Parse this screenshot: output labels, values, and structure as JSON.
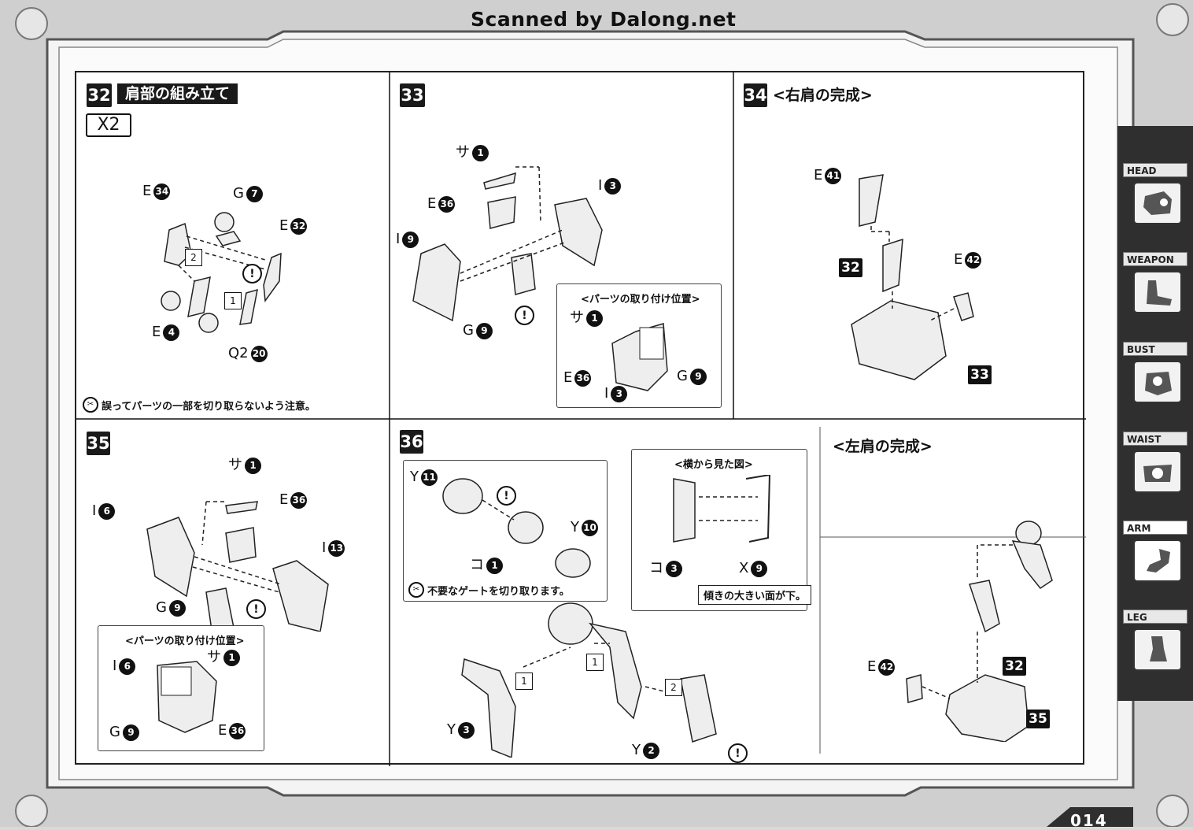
{
  "header": {
    "banner": "Scanned by Dalong.net"
  },
  "sidebar": {
    "tabs": [
      {
        "label": "HEAD",
        "icon": "head-icon"
      },
      {
        "label": "WEAPON",
        "icon": "weapon-icon"
      },
      {
        "label": "BUST",
        "icon": "bust-icon"
      },
      {
        "label": "WAIST",
        "icon": "waist-icon"
      },
      {
        "label": "ARM",
        "icon": "arm-icon",
        "active": true
      },
      {
        "label": "LEG",
        "icon": "leg-icon"
      }
    ]
  },
  "page_number": "014",
  "steps": {
    "s32": {
      "num": "32",
      "title": "肩部の組み立て",
      "qty": "X2",
      "labels": {
        "e34": "E",
        "e34n": "34",
        "g7": "G",
        "g7n": "7",
        "e32": "E",
        "e32n": "32",
        "e4": "E",
        "e4n": "4",
        "q2": "Q2",
        "q2n": "20",
        "sq2": "2",
        "sq1": "1"
      },
      "note": "誤ってパーツの一部を切り取らないよう注意。"
    },
    "s33": {
      "num": "33",
      "labels": {
        "sa1": "サ",
        "sa1n": "1",
        "e36": "E",
        "e36n": "36",
        "i3": "I",
        "i3n": "3",
        "i9": "I",
        "i9n": "9",
        "g9": "G",
        "g9n": "9"
      },
      "inset": {
        "title": "<パーツの取り付け位置>",
        "labels": {
          "sa1": "サ",
          "sa1n": "1",
          "e36": "E",
          "e36n": "36",
          "g9": "G",
          "g9n": "9",
          "i3": "I",
          "i3n": "3"
        }
      }
    },
    "s34": {
      "num": "34",
      "title": "<右肩の完成>",
      "labels": {
        "e41": "E",
        "e41n": "41",
        "ref32": "32",
        "e42": "E",
        "e42n": "42",
        "ref33": "33"
      }
    },
    "s35": {
      "num": "35",
      "labels": {
        "sa1": "サ",
        "sa1n": "1",
        "e36": "E",
        "e36n": "36",
        "i6": "I",
        "i6n": "6",
        "i13": "I",
        "i13n": "13",
        "g9": "G",
        "g9n": "9"
      },
      "inset": {
        "title": "<パーツの取り付け位置>",
        "labels": {
          "i6": "I",
          "i6n": "6",
          "sa1": "サ",
          "sa1n": "1",
          "g9": "G",
          "g9n": "9",
          "e36": "E",
          "e36n": "36"
        }
      }
    },
    "s36": {
      "num": "36",
      "labels": {
        "y11": "Y",
        "y11n": "11",
        "y10": "Y",
        "y10n": "10",
        "ko1": "コ",
        "ko1n": "1",
        "y3": "Y",
        "y3n": "3",
        "y2": "Y",
        "y2n": "2",
        "sq1a": "1",
        "sq1b": "1",
        "sq2": "2"
      },
      "note": "不要なゲートを切り取ります。",
      "side_inset": {
        "title": "<横から見た図>",
        "labels": {
          "ko3": "コ",
          "ko3n": "3",
          "x9": "X",
          "x9n": "9"
        },
        "note": "傾きの大きい面が下。"
      }
    },
    "left_complete": {
      "title": "<左肩の完成>",
      "labels": {
        "e42": "E",
        "e42n": "42",
        "ref32": "32",
        "ref35": "35"
      }
    }
  }
}
